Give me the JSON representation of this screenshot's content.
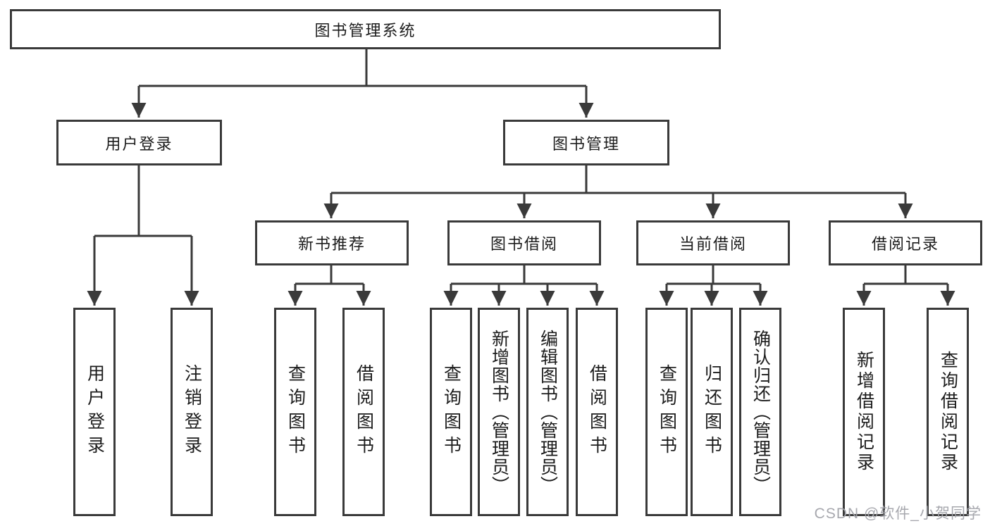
{
  "diagram": {
    "type": "hierarchy-tree",
    "nodes": {
      "root": {
        "label": "图书管理系统"
      },
      "user_login": {
        "label": "用户登录",
        "children": {
          "login": {
            "label": "用户登录"
          },
          "logout": {
            "label": "注销登录"
          }
        }
      },
      "book_management": {
        "label": "图书管理",
        "children": {
          "new_book_recommend": {
            "label": "新书推荐",
            "children": {
              "query_books": {
                "label": "查询图书"
              },
              "borrow_books": {
                "label": "借阅图书"
              }
            }
          },
          "book_borrow": {
            "label": "图书借阅",
            "children": {
              "query_books": {
                "label": "查询图书"
              },
              "add_books": {
                "label": "新增图书（管理员）"
              },
              "edit_books": {
                "label": "编辑图书（管理员）"
              },
              "borrow_books": {
                "label": "借阅图书"
              }
            }
          },
          "current_borrow": {
            "label": "当前借阅",
            "children": {
              "query_books": {
                "label": "查询图书"
              },
              "return_books": {
                "label": "归还图书"
              },
              "confirm_return": {
                "label": "确认归还（管理员）"
              }
            }
          },
          "borrow_record": {
            "label": "借阅记录",
            "children": {
              "add_record": {
                "label": "新增借阅记录"
              },
              "query_record": {
                "label": "查询借阅记录"
              }
            }
          }
        }
      }
    },
    "colors": {
      "line": "#3a3a3a",
      "box_border": "#3a3a3a",
      "text": "#1c1c1c",
      "background": "#ffffff",
      "watermark": "#a2a3aa"
    }
  },
  "watermark": {
    "text": "CSDN @软件_小贺同学"
  }
}
